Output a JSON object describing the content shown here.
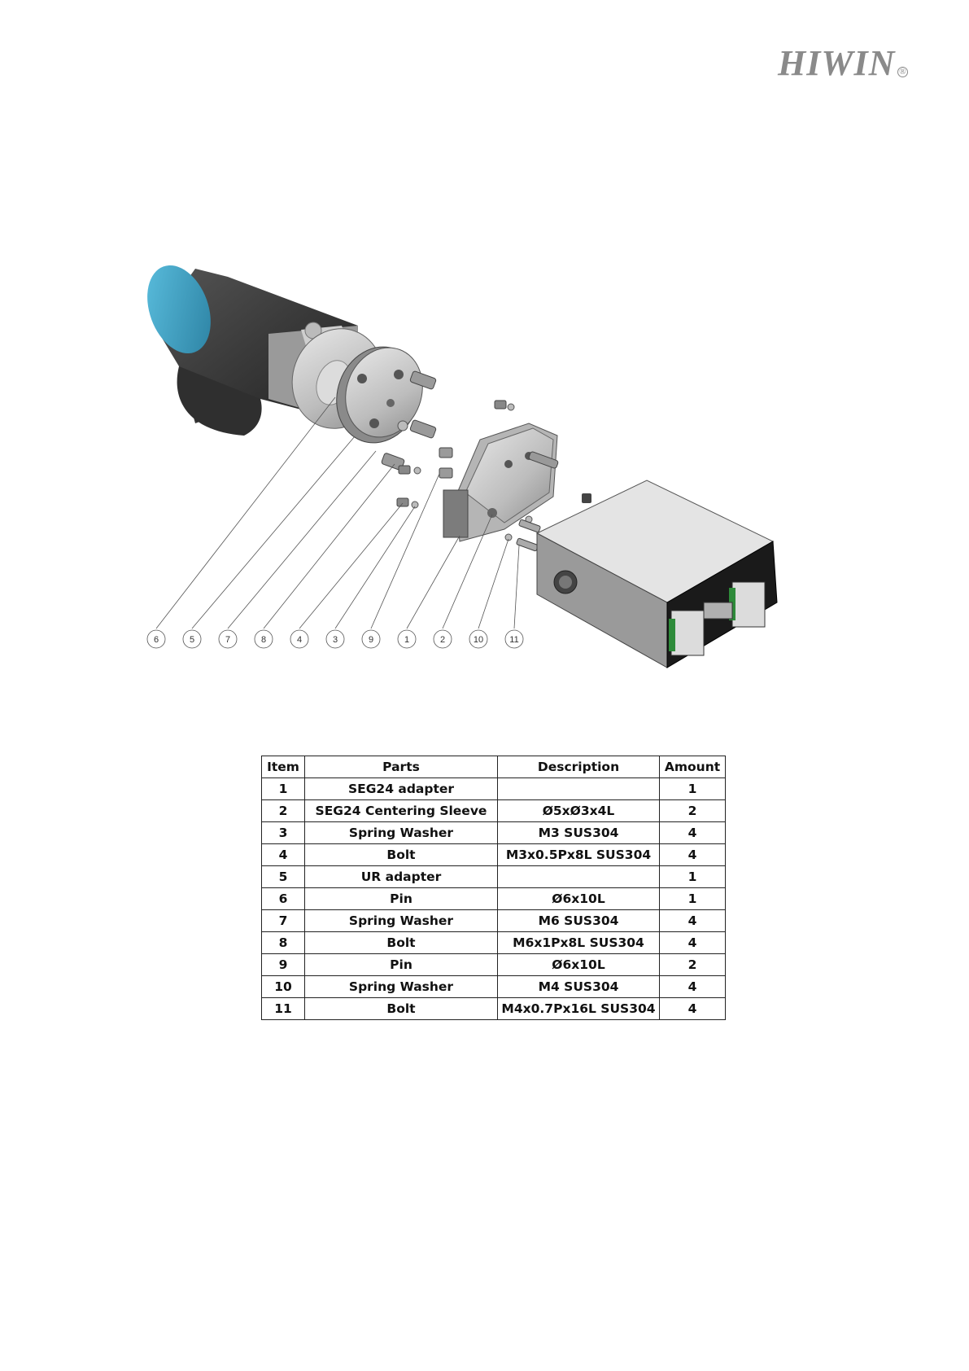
{
  "brand": {
    "logo_text": "HIWIN",
    "registered_mark": "®"
  },
  "diagram": {
    "callouts": [
      "6",
      "5",
      "7",
      "8",
      "4",
      "3",
      "9",
      "1",
      "2",
      "10",
      "11"
    ],
    "colors": {
      "ur_cap": "#3a9fc2",
      "robot_body": "#3c3c3c",
      "metal": "#c8c8c8",
      "gripper_top": "#e4e4e4",
      "gripper_side": "#1a1a1a",
      "gripper_accent": "#2e8b3a"
    }
  },
  "parts_table": {
    "headers": [
      "Item",
      "Parts",
      "Description",
      "Amount"
    ],
    "rows": [
      {
        "item": "1",
        "part": "SEG24 adapter",
        "desc": "",
        "amount": "1"
      },
      {
        "item": "2",
        "part": "SEG24 Centering Sleeve",
        "desc": "Ø5xØ3x4L",
        "amount": "2"
      },
      {
        "item": "3",
        "part": "Spring Washer",
        "desc": "M3 SUS304",
        "amount": "4"
      },
      {
        "item": "4",
        "part": "Bolt",
        "desc": "M3x0.5Px8L SUS304",
        "amount": "4"
      },
      {
        "item": "5",
        "part": "UR adapter",
        "desc": "",
        "amount": "1"
      },
      {
        "item": "6",
        "part": "Pin",
        "desc": "Ø6x10L",
        "amount": "1"
      },
      {
        "item": "7",
        "part": "Spring Washer",
        "desc": "M6 SUS304",
        "amount": "4"
      },
      {
        "item": "8",
        "part": "Bolt",
        "desc": "M6x1Px8L SUS304",
        "amount": "4"
      },
      {
        "item": "9",
        "part": "Pin",
        "desc": "Ø6x10L",
        "amount": "2"
      },
      {
        "item": "10",
        "part": "Spring Washer",
        "desc": "M4 SUS304",
        "amount": "4"
      },
      {
        "item": "11",
        "part": "Bolt",
        "desc": "M4x0.7Px16L SUS304",
        "amount": "4"
      }
    ]
  }
}
